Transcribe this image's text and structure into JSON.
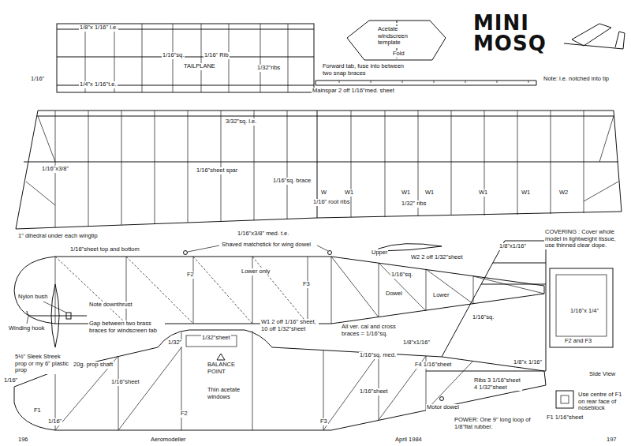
{
  "diagram": {
    "title": "MINI MOSQ",
    "labels": [
      "1/8\"x 1/16\" l.e.",
      "1/16\"sq.",
      "1/16\" Rib",
      "TAILPLANE",
      "1/32\"ribs",
      "1/16\"",
      "1/4\"x 1/16\"t.e.",
      "Acetate windscreen template",
      "Fold",
      "Forward tab, fuse into between two snap braces",
      "Mainspar 2 off 1/16\"med. sheet",
      "Note: l.e. notched into tip",
      "3/32\"sq. l.e.",
      "1/16\"x3/8\"",
      "1/16\"sheet spar",
      "1/16\"sq. brace",
      "W",
      "1/16\" root ribs",
      "W1",
      "W1",
      "W1",
      "W1",
      "W1",
      "W2",
      "1/32\" ribs",
      "1\" dihedral under each wingtip",
      "1/16\"x3/8\" med. t.e.",
      "Shaved matchstick for wing dowel",
      "1/16\"sheet top and bottom",
      "F2",
      "Lower only",
      "F3",
      "Upper",
      "W2 2 off 1/32\"sheet",
      "1/16\"sq.",
      "Dowel",
      "Lower",
      "1/8\"x1/16\"",
      "COVERING : Cover whole model in lightweight tissue, use thinned clear dope.",
      "Nylon bush",
      "Note downthrust",
      "Winding hook",
      "Gap between two brass braces for windscreen tab",
      "1/32\"",
      "1/32\"sheet",
      "W1 2 off 1/16\" sheet, 10 off 1/32\"sheet",
      "All ver. cal and cross braces = 1/16\"sq.",
      "1/16\"sq. med.",
      "1/8\"x1/16\"",
      "F4 1/16\"sheet",
      "1/16\"sq.",
      "Ribs 3 1/16\"sheet 4 1/32\"sheet",
      "1/8\"x 1/16\"",
      "5½\" Sleek Streek prop or my 6\" plastic prop",
      "20g. prop shaft",
      "BALANCE POINT",
      "1/16\"sheet",
      "Thin acetate windows",
      "1/16\"",
      "F1",
      "1/16\"",
      "F2",
      "1/16\"sheet",
      "Motor dowel",
      "F3",
      "POWER: One 9\" long loop of 1/8\"flat rubber.",
      "F2 and F3",
      "1/16\"x 1/4\"",
      "Side View",
      "Use centre of F1 on rear face of noseblock",
      "F1 1/16\"sheet",
      "196",
      "Aeromodeller",
      "April 1984",
      "197"
    ]
  }
}
